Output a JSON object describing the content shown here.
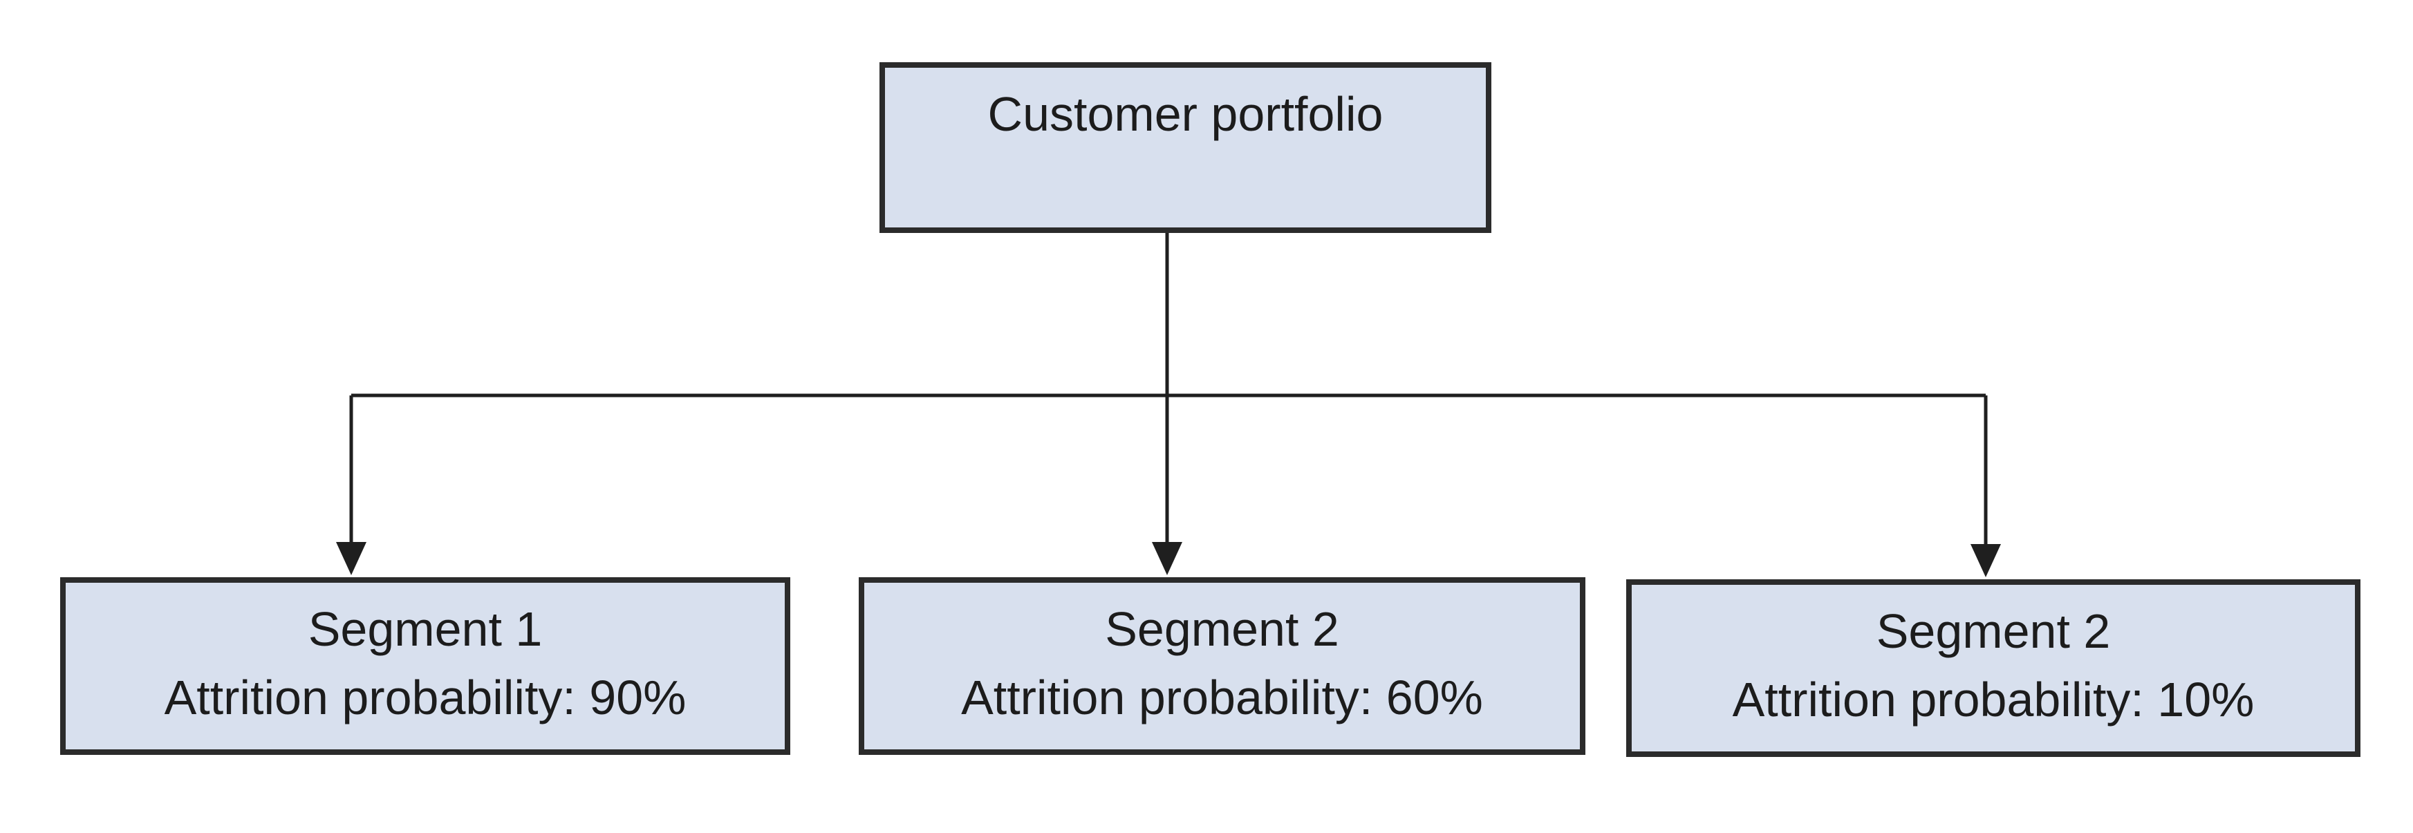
{
  "diagram": {
    "type": "tree",
    "root": {
      "label": "Customer portfolio"
    },
    "children": [
      {
        "title": "Segment 1",
        "subtitle": "Attrition probability: 90%"
      },
      {
        "title": "Segment 2",
        "subtitle": "Attrition probability: 60%"
      },
      {
        "title": "Segment 2",
        "subtitle": "Attrition probability: 10%"
      }
    ],
    "colors": {
      "background": "#ffffff",
      "node-fill": "#d8e0ee",
      "node-border": "#2b2b2b",
      "text": "#1c1c1c",
      "connector": "#1f1f1f"
    }
  }
}
